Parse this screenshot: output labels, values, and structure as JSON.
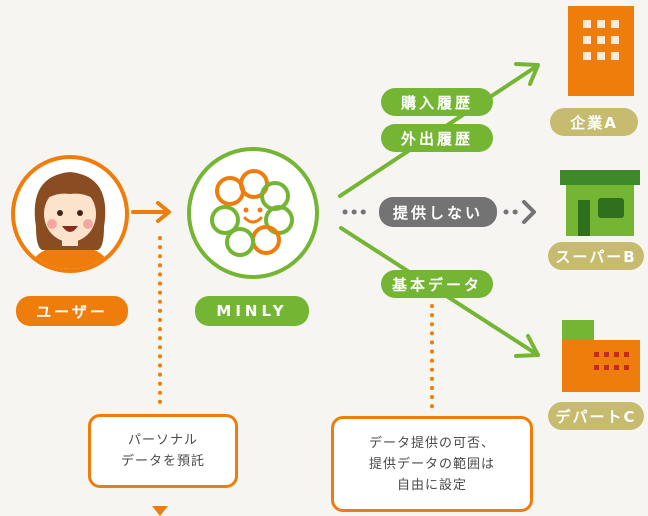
{
  "user": {
    "label": "ユーザー"
  },
  "hub": {
    "label": "MINLY"
  },
  "data_items": {
    "purchase_history": "購入履歴",
    "outing_history": "外出履歴",
    "not_provided": "提供しない",
    "basic_data": "基本データ"
  },
  "recipients": {
    "company_a": "企業A",
    "supermarket_b": "スーパーB",
    "department_store_c": "デパートC"
  },
  "notes": {
    "personal_data": [
      "パーソナル",
      "データを預託"
    ],
    "provision_control": [
      "データ提供の可否、",
      "提供データの範囲は",
      "自由に設定"
    ]
  },
  "colors": {
    "orange": "#ef7d0c",
    "green": "#74b634",
    "gray": "#737373",
    "khaki": "#c6bb6f",
    "dark_green": "#3e8a2a",
    "skin": "#fde3cc",
    "hair": "#8a4d22"
  }
}
